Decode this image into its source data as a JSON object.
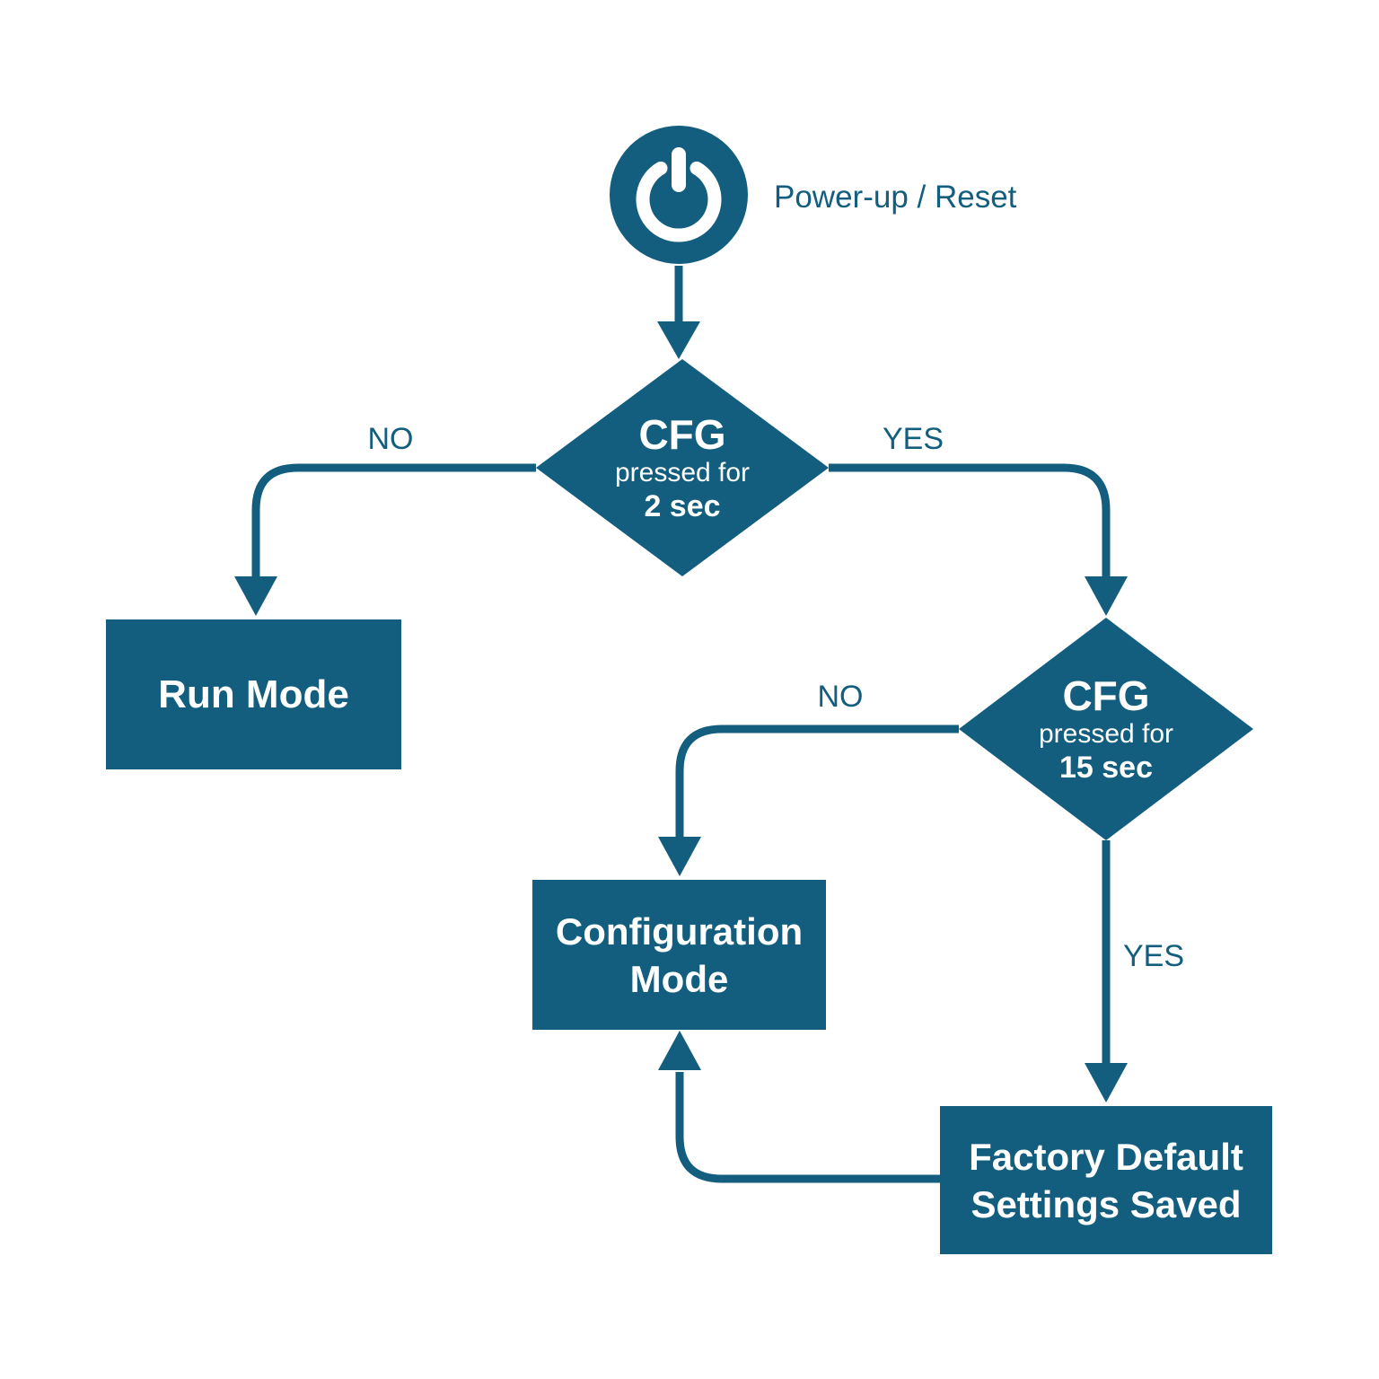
{
  "colors": {
    "primary": "#135E7E",
    "on_primary": "#FFFFFF",
    "background": "#FFFFFF"
  },
  "start": {
    "icon": "power-icon",
    "label": "Power-up / Reset"
  },
  "decisions": [
    {
      "title": "CFG",
      "subtitle": "pressed for",
      "duration": "2 sec",
      "no_label": "NO",
      "yes_label": "YES"
    },
    {
      "title": "CFG",
      "subtitle": "pressed for",
      "duration": "15 sec",
      "no_label": "NO",
      "yes_label": "YES"
    }
  ],
  "nodes": {
    "run_mode": {
      "label": "Run Mode"
    },
    "configuration_mode": {
      "line1": "Configuration",
      "line2": "Mode"
    },
    "factory_default": {
      "line1": "Factory Default",
      "line2": "Settings Saved"
    }
  }
}
